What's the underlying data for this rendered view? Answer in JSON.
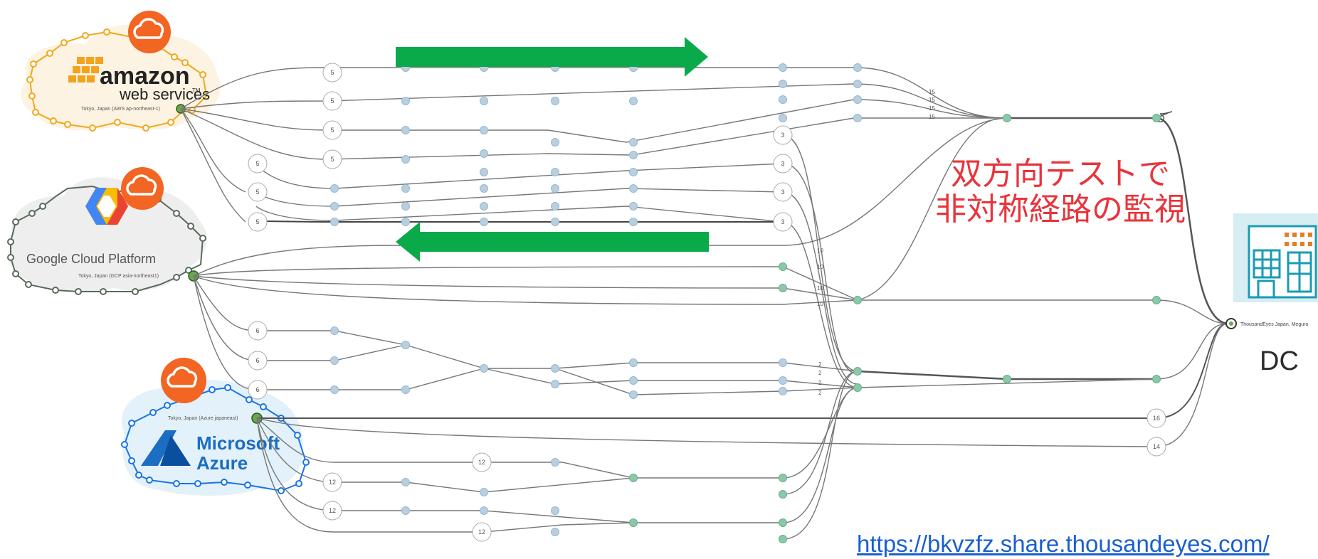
{
  "clouds": {
    "aws": {
      "logo_main": "amazon",
      "logo_sub": "web services",
      "logo_tm": "TM",
      "location": "Tokyo, Japan (AWS ap-northeast-1)"
    },
    "gcp": {
      "logo_name": "Google Cloud Platform",
      "location": "Tokyo, Japan (GCP asia-northeast1)"
    },
    "azure": {
      "logo_line1": "Microsoft",
      "logo_line2": "Azure",
      "location": "Tokyo, Japan (Azure japaneast)"
    }
  },
  "annotation": {
    "line1": "双方向テストで",
    "line2": "非対称経路の監視"
  },
  "destination": {
    "label": "ThousandEyes Japan, Meguro",
    "caption": "DC"
  },
  "share_link": "https://bkvzfz.share.thousandeyes.com/",
  "colors": {
    "arrow": "#0aaa4a",
    "aws_ring": "#f0a81d",
    "gcp_ring": "#5a6a5c",
    "azure_ring": "#1a73e8",
    "cloud_badge": "#f26522",
    "annotation": "#e8343b",
    "node_blue": "#b8cfe0",
    "node_green": "#8ac8a8"
  },
  "node_counts": {
    "aws_out": [
      "5",
      "5",
      "5",
      "5"
    ],
    "aws_in": [
      "5",
      "5",
      "5",
      "5"
    ],
    "aws_mid": [
      "3",
      "3",
      "3",
      "3"
    ],
    "gcp": [
      "6",
      "6",
      "6"
    ],
    "azure_dst": [
      "16",
      "14"
    ],
    "azure_in": [
      "12",
      "12",
      "12",
      "12"
    ]
  },
  "edge_counts": {
    "aws_fan": [
      "15",
      "15",
      "15",
      "15"
    ],
    "gcp_fan": [
      "10",
      "10",
      "10",
      "10"
    ],
    "azure_fan": [
      "2",
      "2",
      "2",
      "2"
    ]
  },
  "icons": [
    "cloud-icon",
    "building-icon"
  ]
}
